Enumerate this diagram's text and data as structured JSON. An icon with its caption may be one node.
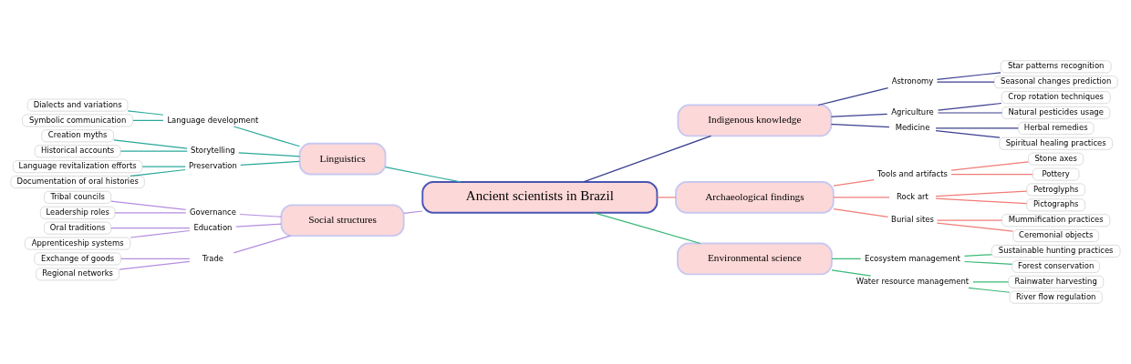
{
  "diagram": {
    "nodes": [
      {
        "text": [
          "Ancient scientists in Brazil"
        ]
      },
      {
        "text": [
          "Indigenous knowledge"
        ]
      },
      {
        "text": [
          "Astronomy"
        ]
      },
      {
        "text": [
          "Star patterns recognition"
        ]
      },
      {
        "text": [
          "Seasonal changes prediction"
        ]
      },
      {
        "text": [
          "Agriculture"
        ]
      },
      {
        "text": [
          "Crop rotation techniques"
        ]
      },
      {
        "text": [
          "Natural pesticides usage"
        ]
      },
      {
        "text": [
          "Medicine"
        ]
      },
      {
        "text": [
          "Herbal remedies"
        ]
      },
      {
        "text": [
          "Spiritual healing practices"
        ]
      },
      {
        "text": [
          "Archaeological findings"
        ]
      },
      {
        "text": [
          "Tools and artifacts"
        ]
      },
      {
        "text": [
          "Stone axes"
        ]
      },
      {
        "text": [
          "Pottery"
        ]
      },
      {
        "text": [
          "Rock art"
        ]
      },
      {
        "text": [
          "Petroglyphs"
        ]
      },
      {
        "text": [
          "Pictographs"
        ]
      },
      {
        "text": [
          "Burial sites"
        ]
      },
      {
        "text": [
          "Mummification practices"
        ]
      },
      {
        "text": [
          "Ceremonial objects"
        ]
      },
      {
        "text": [
          "Environmental science"
        ]
      },
      {
        "text": [
          "Ecosystem management"
        ]
      },
      {
        "text": [
          "Sustainable hunting practices"
        ]
      },
      {
        "text": [
          "Forest conservation"
        ]
      },
      {
        "text": [
          "Water resource management"
        ]
      },
      {
        "text": [
          "Rainwater harvesting"
        ]
      },
      {
        "text": [
          "River flow regulation"
        ]
      },
      {
        "text": [
          "Linguistics"
        ]
      },
      {
        "text": [
          "Language development"
        ]
      },
      {
        "text": [
          "Dialects and variations"
        ]
      },
      {
        "text": [
          "Symbolic communication"
        ]
      },
      {
        "text": [
          "Storytelling"
        ]
      },
      {
        "text": [
          "Creation myths"
        ]
      },
      {
        "text": [
          "Historical accounts"
        ]
      },
      {
        "text": [
          "Preservation"
        ]
      },
      {
        "text": [
          "Language revitalization efforts"
        ]
      },
      {
        "text": [
          "Documentation of oral histories"
        ]
      },
      {
        "text": [
          "Social structures"
        ]
      },
      {
        "text": [
          "Governance"
        ]
      },
      {
        "text": [
          "Tribal councils"
        ]
      },
      {
        "text": [
          "Leadership roles"
        ]
      },
      {
        "text": [
          "Education"
        ]
      },
      {
        "text": [
          "Oral traditions"
        ]
      },
      {
        "text": [
          "Apprenticeship systems"
        ]
      },
      {
        "text": [
          "Trade"
        ]
      },
      {
        "text": [
          "Exchange of goods"
        ]
      },
      {
        "text": [
          "Regional networks"
        ]
      }
    ],
    "edges": [
      {
        "from": 0,
        "to": 1,
        "arrow": "none",
        "color": "#3b3f8f"
      },
      {
        "from": 1,
        "to": 2,
        "arrow": "none",
        "color": "#3b3f8f"
      },
      {
        "from": 2,
        "to": 3,
        "arrow": "none",
        "color": "#3b3f8f"
      },
      {
        "from": 2,
        "to": 4,
        "arrow": "none",
        "color": "#3b3f8f"
      },
      {
        "from": 1,
        "to": 5,
        "arrow": "none",
        "color": "#3b3f8f"
      },
      {
        "from": 5,
        "to": 6,
        "arrow": "none",
        "color": "#3b3f8f"
      },
      {
        "from": 5,
        "to": 7,
        "arrow": "none",
        "color": "#3b3f8f"
      },
      {
        "from": 1,
        "to": 8,
        "arrow": "none",
        "color": "#3b3f8f"
      },
      {
        "from": 8,
        "to": 9,
        "arrow": "none",
        "color": "#3b3f8f"
      },
      {
        "from": 8,
        "to": 10,
        "arrow": "none",
        "color": "#3b3f8f"
      },
      {
        "from": 0,
        "to": 11,
        "arrow": "none",
        "color": "#f07c78"
      },
      {
        "from": 11,
        "to": 12,
        "arrow": "none",
        "color": "#f07c78"
      },
      {
        "from": 12,
        "to": 13,
        "arrow": "none",
        "color": "#f07c78"
      },
      {
        "from": 12,
        "to": 14,
        "arrow": "none",
        "color": "#f07c78"
      },
      {
        "from": 11,
        "to": 15,
        "arrow": "none",
        "color": "#f07c78"
      },
      {
        "from": 15,
        "to": 16,
        "arrow": "none",
        "color": "#f07c78"
      },
      {
        "from": 15,
        "to": 17,
        "arrow": "none",
        "color": "#f07c78"
      },
      {
        "from": 11,
        "to": 18,
        "arrow": "none",
        "color": "#f07c78"
      },
      {
        "from": 18,
        "to": 19,
        "arrow": "none",
        "color": "#f07c78"
      },
      {
        "from": 18,
        "to": 20,
        "arrow": "none",
        "color": "#f07c78"
      },
      {
        "from": 0,
        "to": 21,
        "arrow": "none",
        "color": "#3cb878"
      },
      {
        "from": 21,
        "to": 22,
        "arrow": "none",
        "color": "#3cb878"
      },
      {
        "from": 22,
        "to": 23,
        "arrow": "none",
        "color": "#3cb878"
      },
      {
        "from": 22,
        "to": 24,
        "arrow": "none",
        "color": "#3cb878"
      },
      {
        "from": 21,
        "to": 25,
        "arrow": "none",
        "color": "#3cb878"
      },
      {
        "from": 25,
        "to": 26,
        "arrow": "none",
        "color": "#3cb878"
      },
      {
        "from": 25,
        "to": 27,
        "arrow": "none",
        "color": "#3cb878"
      },
      {
        "from": 0,
        "to": 28,
        "arrow": "none",
        "color": "#2aa89a"
      },
      {
        "from": 28,
        "to": 29,
        "arrow": "none",
        "color": "#2aa89a"
      },
      {
        "from": 29,
        "to": 30,
        "arrow": "none",
        "color": "#2aa89a"
      },
      {
        "from": 29,
        "to": 31,
        "arrow": "none",
        "color": "#2aa89a"
      },
      {
        "from": 28,
        "to": 32,
        "arrow": "none",
        "color": "#2aa89a"
      },
      {
        "from": 32,
        "to": 33,
        "arrow": "none",
        "color": "#2aa89a"
      },
      {
        "from": 32,
        "to": 34,
        "arrow": "none",
        "color": "#2aa89a"
      },
      {
        "from": 28,
        "to": 35,
        "arrow": "none",
        "color": "#2aa89a"
      },
      {
        "from": 35,
        "to": 36,
        "arrow": "none",
        "color": "#2aa89a"
      },
      {
        "from": 35,
        "to": 37,
        "arrow": "none",
        "color": "#2aa89a"
      },
      {
        "from": 0,
        "to": 38,
        "arrow": "none",
        "color": "#b58de0"
      },
      {
        "from": 38,
        "to": 39,
        "arrow": "none",
        "color": "#b58de0"
      },
      {
        "from": 39,
        "to": 40,
        "arrow": "none",
        "color": "#b58de0"
      },
      {
        "from": 39,
        "to": 41,
        "arrow": "none",
        "color": "#b58de0"
      },
      {
        "from": 38,
        "to": 42,
        "arrow": "none",
        "color": "#b58de0"
      },
      {
        "from": 42,
        "to": 43,
        "arrow": "none",
        "color": "#b58de0"
      },
      {
        "from": 42,
        "to": 44,
        "arrow": "none",
        "color": "#b58de0"
      },
      {
        "from": 38,
        "to": 45,
        "arrow": "none",
        "color": "#b58de0"
      },
      {
        "from": 45,
        "to": 46,
        "arrow": "none",
        "color": "#b58de0"
      },
      {
        "from": 45,
        "to": 47,
        "arrow": "none",
        "color": "#b58de0"
      }
    ]
  }
}
